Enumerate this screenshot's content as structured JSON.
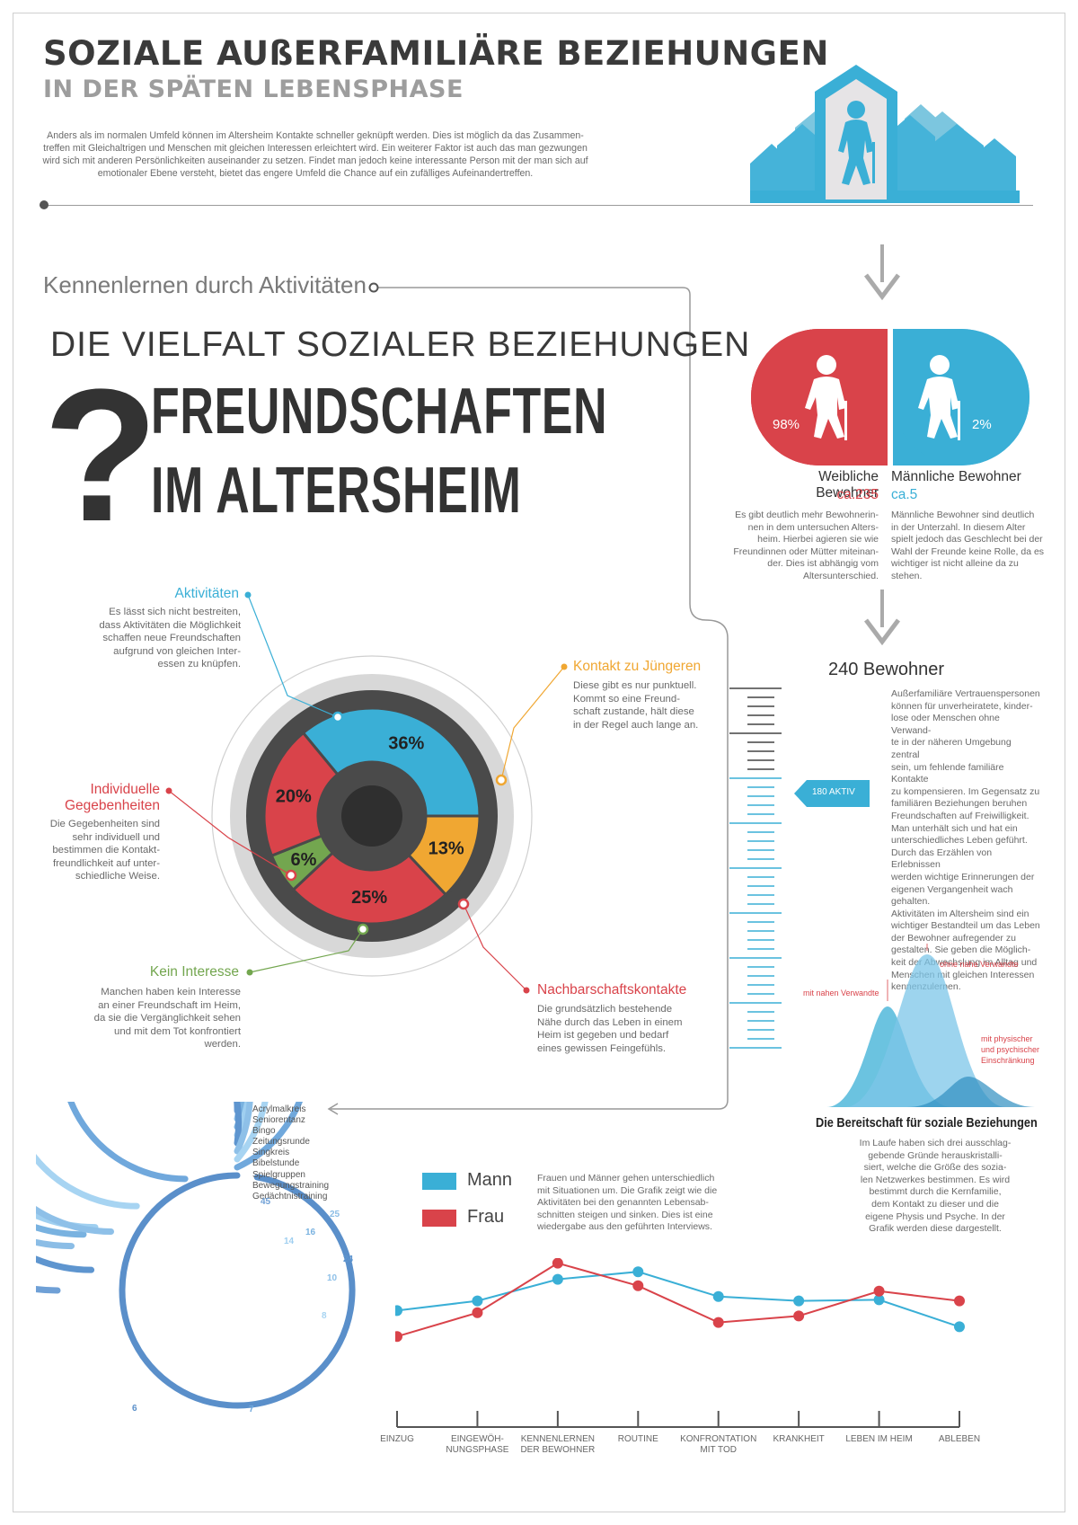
{
  "header": {
    "title": "SOZIALE AUßERFAMILIÄRE BEZIEHUNGEN",
    "subtitle": "IN DER SPÄTEN LEBENSPHASE",
    "intro_lines": [
      "Anders als im normalen Umfeld können im Altersheim Kontakte schneller geknüpft werden. Dies ist möglich da das Zusammen-",
      "treffen mit Gleichaltrigen und Menschen mit gleichen Interessen erleichtert wird. Ein weiterer Faktor ist auch das man gezwungen",
      "wird sich mit anderen Persönlichkeiten auseinander zu setzen. Findet man jedoch keine interessante Person mit der man sich auf",
      "emotionaler Ebene versteht, bietet das engere Umfeld die Chance auf ein zufälliges Aufeinandertreffen."
    ]
  },
  "section_title": "Kennenlernen durch Aktivitäten",
  "headline": {
    "line1": "DIE VIELFALT SOZIALER BEZIEHUNGEN",
    "line2": "FREUNDSCHAFTEN",
    "line3": "IM ALTERSHEIM",
    "qmark": "?"
  },
  "colors": {
    "blue": "#3aafd6",
    "red": "#d9434a",
    "orange": "#f0a732",
    "green": "#73a64f",
    "dark": "#4a4a4a"
  },
  "gender": {
    "female": {
      "percent": "98%",
      "label": "Weibliche Bewohner",
      "count": "ca.235",
      "text": [
        "Es gibt deutlich mehr Bewohnerin-",
        "nen in dem untersuchen Alters-",
        "heim. Hierbei agieren sie wie",
        "Freundinnen oder Mütter miteinan-",
        "der. Dies ist abhängig vom",
        "Altersunterschied."
      ]
    },
    "male": {
      "percent": "2%",
      "label": "Männliche Bewohner",
      "count": "ca.5",
      "text": [
        "Männliche Bewohner sind deutlich",
        "in der Unterzahl. In diesem Alter",
        "spielt jedoch das Geschlecht bei der",
        "Wahl der Freunde keine Rolle, da es",
        "wichtiger ist nicht alleine da zu",
        "stehen."
      ]
    }
  },
  "residents": {
    "title": "240 Bewohner",
    "active_badge": "180 AKTIV",
    "text": [
      "Außerfamiliäre Vertrauenspersonen",
      "können für unverheiratete, kinder-",
      "lose oder Menschen ohne Verwand-",
      "te in der näheren Umgebung zentral",
      "sein, um fehlende familiäre Kontakte",
      "zu kompensieren. Im Gegensatz zu",
      "familiären Beziehungen beruhen",
      "Freundschaften auf Freiwilligkeit.",
      "Man unterhält sich und hat ein",
      "unterschiedliches Leben geführt.",
      "Durch das Erzählen von Erlebnissen",
      "werden wichtige Erinnerungen der",
      "eigenen Vergangenheit wach",
      "gehalten.",
      "Aktivitäten im Altersheim sind ein",
      "wichtiger Bestandteil um das Leben",
      "der Bewohner aufregender zu",
      "gestalten. Sie geben die Möglich-",
      "keit der Abwechslung im Alltag und",
      "Menschen mit gleichen Interessen",
      "kennenzulernen."
    ]
  },
  "donut": {
    "segments": [
      {
        "key": "aktivitaeten",
        "value": 36,
        "label": "36%",
        "color": "#3aafd6"
      },
      {
        "key": "kontakt",
        "value": 13,
        "label": "13%",
        "color": "#f0a732"
      },
      {
        "key": "nachbarschaft",
        "value": 25,
        "label": "25%",
        "color": "#d9434a"
      },
      {
        "key": "kein",
        "value": 6,
        "label": "6%",
        "color": "#73a64f"
      },
      {
        "key": "individuell",
        "value": 20,
        "label": "20%",
        "color": "#d9434a"
      }
    ],
    "callouts": {
      "aktivitaeten": {
        "title": "Aktivitäten",
        "text": [
          "Es lässt sich nicht bestreiten,",
          "dass Aktivitäten die Möglichkeit",
          "schaffen neue Freundschaften",
          "aufgrund von gleichen Inter-",
          "essen zu knüpfen."
        ]
      },
      "kontakt": {
        "title": "Kontakt zu Jüngeren",
        "text": [
          "Diese gibt es nur punktuell.",
          "Kommt so eine Freund-",
          "schaft zustande, hält diese",
          "in der Regel auch lange an."
        ]
      },
      "individuell": {
        "title1": "Individuelle",
        "title2": "Gegebenheiten",
        "text": [
          "Die Gegebenheiten sind",
          "sehr individuell und",
          "bestimmen die Kontakt-",
          "freundlichkeit auf unter-",
          "schiedliche Weise."
        ]
      },
      "kein": {
        "title": "Kein Interesse",
        "text": [
          "Manchen haben kein Interesse",
          "an einer Freundschaft im Heim,",
          "da sie die Vergänglichkeit sehen",
          "und mit dem Tot konfrontiert",
          "werden."
        ]
      },
      "nachbarschaft": {
        "title": "Nachbarschaftskontakte",
        "text": [
          "Die grundsätzlich bestehende",
          "Nähe durch das Leben in einem",
          "Heim ist gegeben und bedarf",
          "eines gewissen Feingefühls."
        ]
      }
    }
  },
  "bereitschaft": {
    "title": "Die Bereitschaft für soziale Beziehungen",
    "labels": {
      "mit": "mit nahen Verwandte",
      "ohne": "ohne nahe Verwandte",
      "phys1": "mit physischer",
      "phys2": "und psychischer",
      "phys3": "Einschränkung"
    },
    "text": [
      "Im Laufe haben sich drei ausschlag-",
      "gebende Gründe herauskristalli-",
      "siert, welche die Größe des sozia-",
      "len Netzwerkes bestimmen. Es wird",
      "bestimmt durch die Kernfamilie,",
      "dem Kontakt zu dieser und die",
      "eigene Physis und Psyche. In der",
      "Grafik werden diese dargestellt."
    ]
  },
  "activities": {
    "names": [
      "Acrylmalkreis",
      "Seniorentanz",
      "Bingo",
      "Zeitungsrunde",
      "Singkreis",
      "Bibelstunde",
      "Spielgruppen",
      "Bewegungstraining",
      "Gedächtnistraining"
    ],
    "end_labels": [
      "45",
      "25",
      "16",
      "14",
      "24",
      "10",
      "8",
      "7",
      "6"
    ]
  },
  "legend": {
    "mann": "Mann",
    "frau": "Frau",
    "text": [
      "Frauen und Männer gehen unterschiedlich",
      "mit Situationen um. Die Grafik zeigt wie die",
      "Aktivitäten bei den genannten Lebensab-",
      "schnitten steigen und sinken. Dies ist eine",
      "wiedergabe aus den geführten Interviews."
    ]
  },
  "chart_data": {
    "type": "line",
    "categories": [
      "EINZUG",
      "EINGEWÖH-NUNGSPHASE",
      "KENNENLERNEN DER BEWOHNER",
      "ROUTINE",
      "KONFRONTATION MIT TOD",
      "KRANKHEIT",
      "LEBEN IM HEIM",
      "ABLEBEN"
    ],
    "category_lines": [
      [
        "EINZUG"
      ],
      [
        "EINGEWÖH-",
        "NUNGSPHASE"
      ],
      [
        "KENNENLERNEN",
        "DER BEWOHNER"
      ],
      [
        "ROUTINE"
      ],
      [
        "KONFRONTATION",
        "MIT TOD"
      ],
      [
        "KRANKHEIT"
      ],
      [
        "LEBEN IM HEIM"
      ],
      [
        "ABLEBEN"
      ]
    ],
    "series": [
      {
        "name": "Mann",
        "color": "#3aafd6",
        "values": [
          48,
          57,
          77,
          84,
          61,
          57,
          58,
          33
        ]
      },
      {
        "name": "Frau",
        "color": "#d9434a",
        "values": [
          24,
          46,
          92,
          71,
          37,
          43,
          66,
          57
        ]
      }
    ],
    "ylim": [
      0,
      100
    ]
  }
}
